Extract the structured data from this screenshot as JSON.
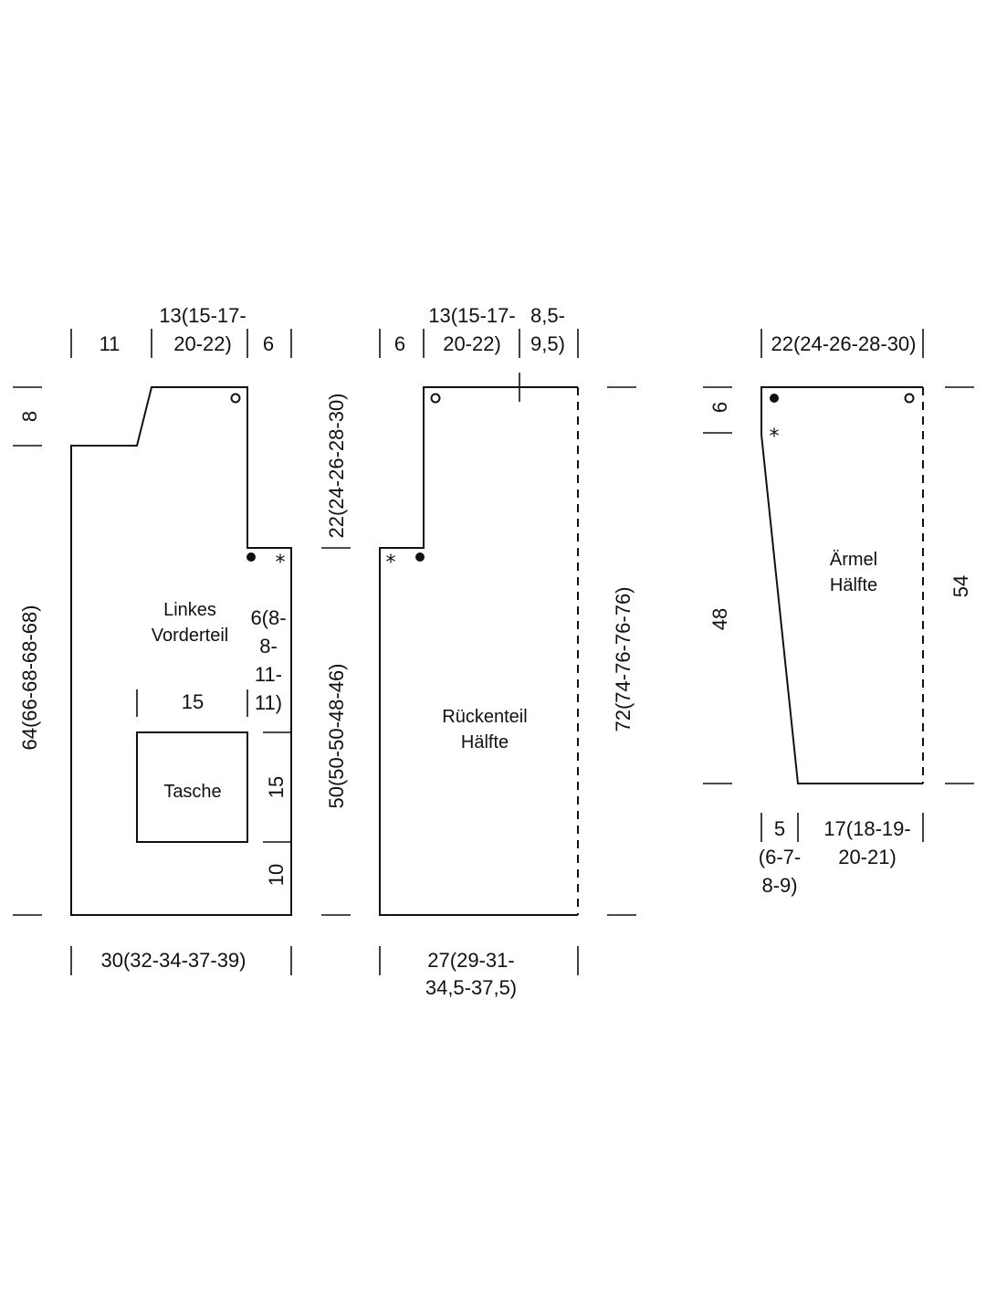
{
  "pieces": {
    "front": {
      "name1": "Linkes",
      "name2": "Vorderteil",
      "pocket": "Tasche"
    },
    "back": {
      "name1": "Rückenteil",
      "name2": "Hälfte"
    },
    "sleeve": {
      "name1": "Ärmel",
      "name2": "Hälfte"
    }
  },
  "front_dims": {
    "top_left": "11",
    "top_mid_1": "13(15-17-",
    "top_mid_2": "20-22)",
    "top_right": "6",
    "left_upper": "8",
    "left_total": "64(66-68-68-68)",
    "right_upper": "22(24-26-28-30)",
    "right_lower": "50(50-50-48-46)",
    "band_1": "6(8-",
    "band_2": "8-",
    "band_3": "11-",
    "band_4": "11)",
    "pocket_width": "15",
    "pocket_height": "15",
    "pocket_bottom": "10",
    "bottom": "30(32-34-37-39)"
  },
  "back_dims": {
    "top_left": "6",
    "top_mid_1": "13(15-17-",
    "top_mid_2": "20-22)",
    "top_right_1": "8,5-",
    "top_right_2": "9,5)",
    "right_total": "72(74-76-76-76)",
    "bottom_1": "27(29-31-",
    "bottom_2": "34,5-37,5)"
  },
  "sleeve_dims": {
    "top": "22(24-26-28-30)",
    "left_upper": "6",
    "left_lower": "48",
    "right_total": "54",
    "bottom_left_1": "5",
    "bottom_left_2": "(6-7-",
    "bottom_left_3": "8-9)",
    "bottom_right_1": "17(18-19-",
    "bottom_right_2": "20-21)"
  },
  "markers": {
    "star": "*"
  },
  "colors": {
    "line": "#111111",
    "background": "#ffffff"
  }
}
